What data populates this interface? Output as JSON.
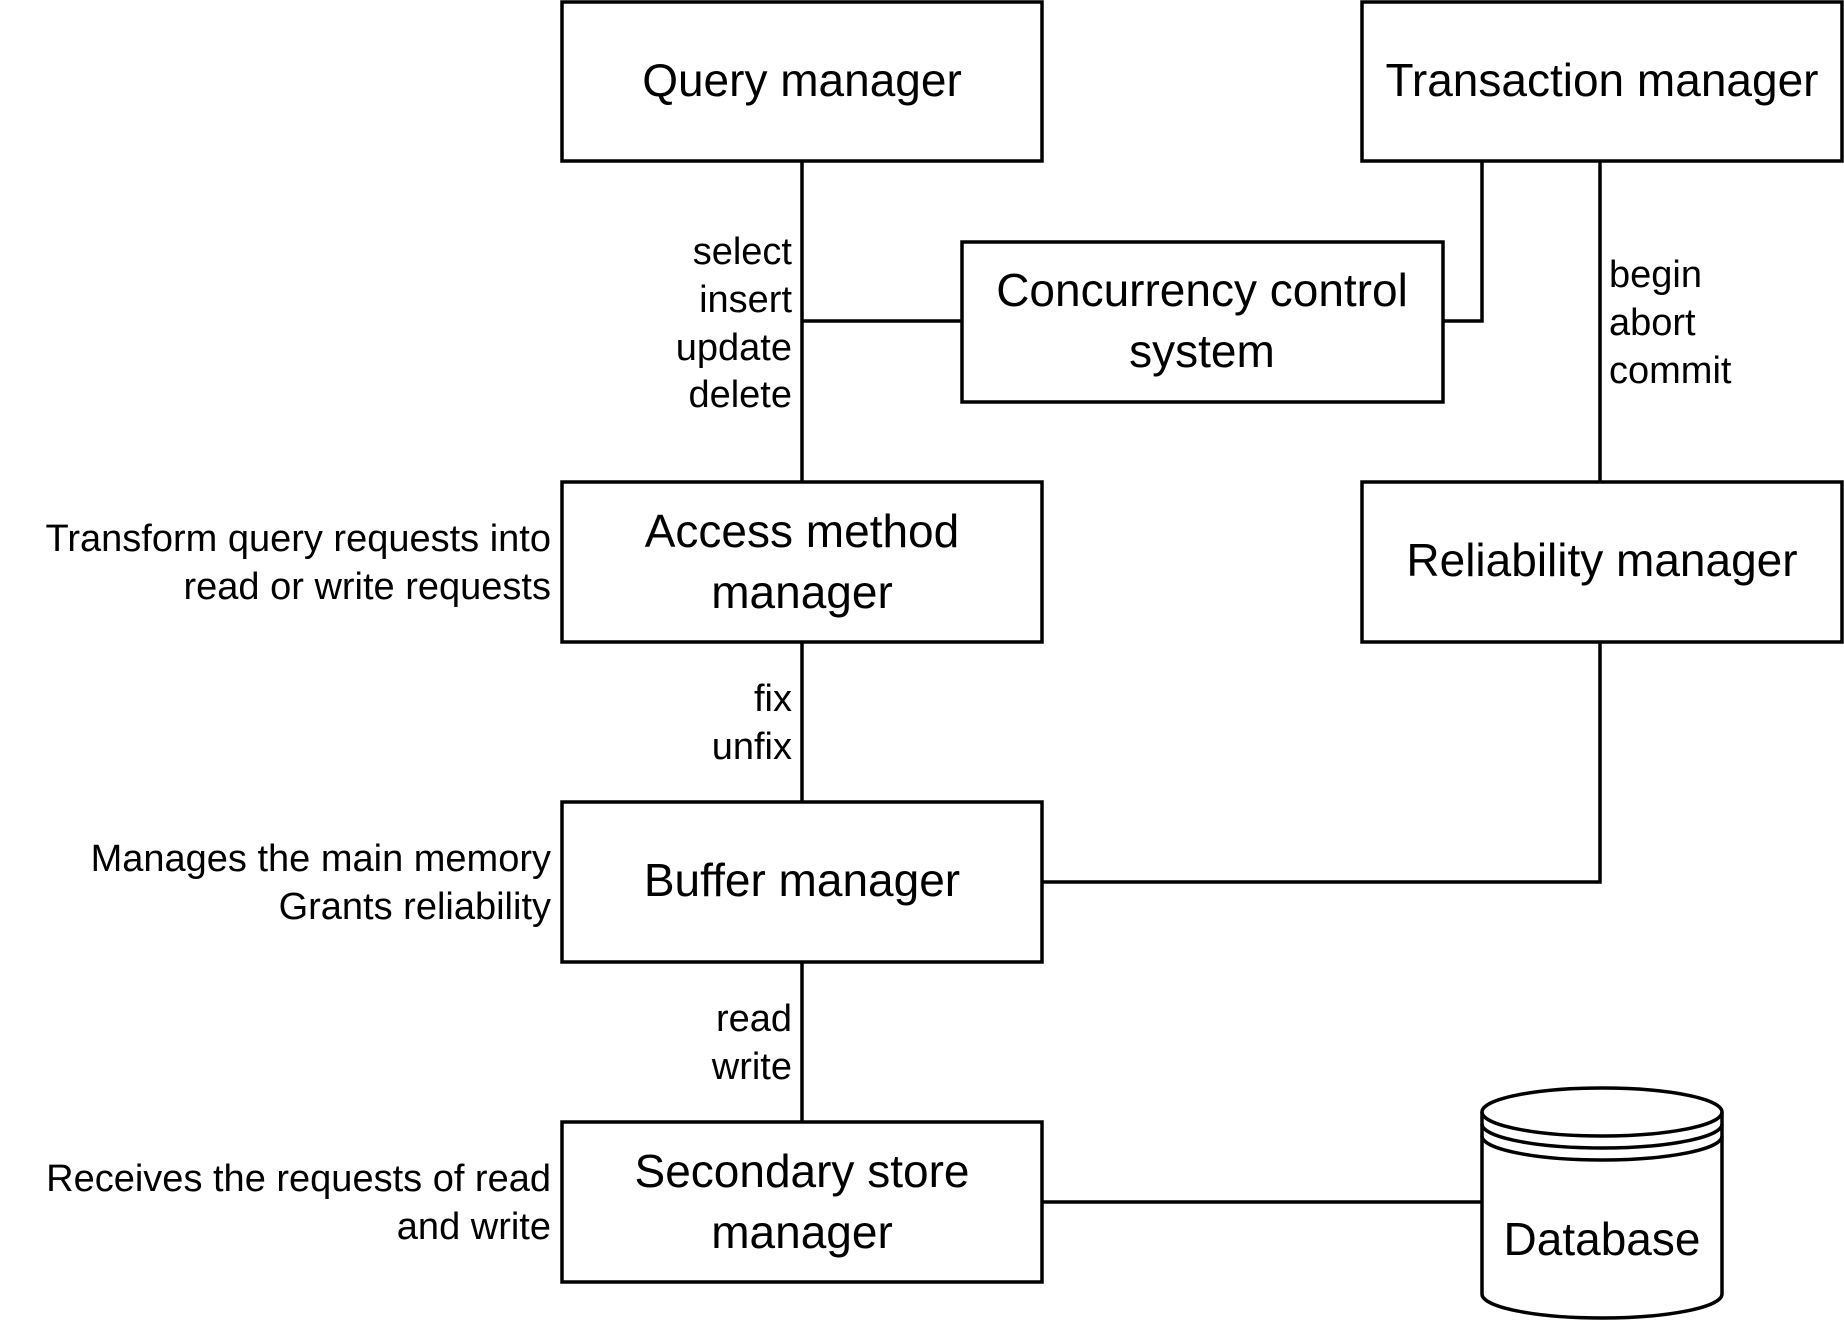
{
  "nodes": {
    "query_manager": "Query manager",
    "transaction_manager": "Transaction manager",
    "concurrency_control": [
      "Concurrency control",
      "system"
    ],
    "access_method_manager": [
      "Access method",
      "manager"
    ],
    "reliability_manager": "Reliability manager",
    "buffer_manager": "Buffer manager",
    "secondary_store_manager": [
      "Secondary store",
      "manager"
    ],
    "database": "Database"
  },
  "edge_labels": {
    "query_ops": [
      "select",
      "insert",
      "update",
      "delete"
    ],
    "transaction_ops": [
      "begin",
      "abort",
      "commit"
    ],
    "fix_ops": [
      "fix",
      "unfix"
    ],
    "io_ops": [
      "read",
      "write"
    ]
  },
  "notes": {
    "access_method": [
      "Transform query requests into",
      "read or write requests"
    ],
    "buffer": [
      "Manages the main memory",
      "Grants reliability"
    ],
    "secondary_store": [
      "Receives the requests of read",
      "and write"
    ]
  }
}
